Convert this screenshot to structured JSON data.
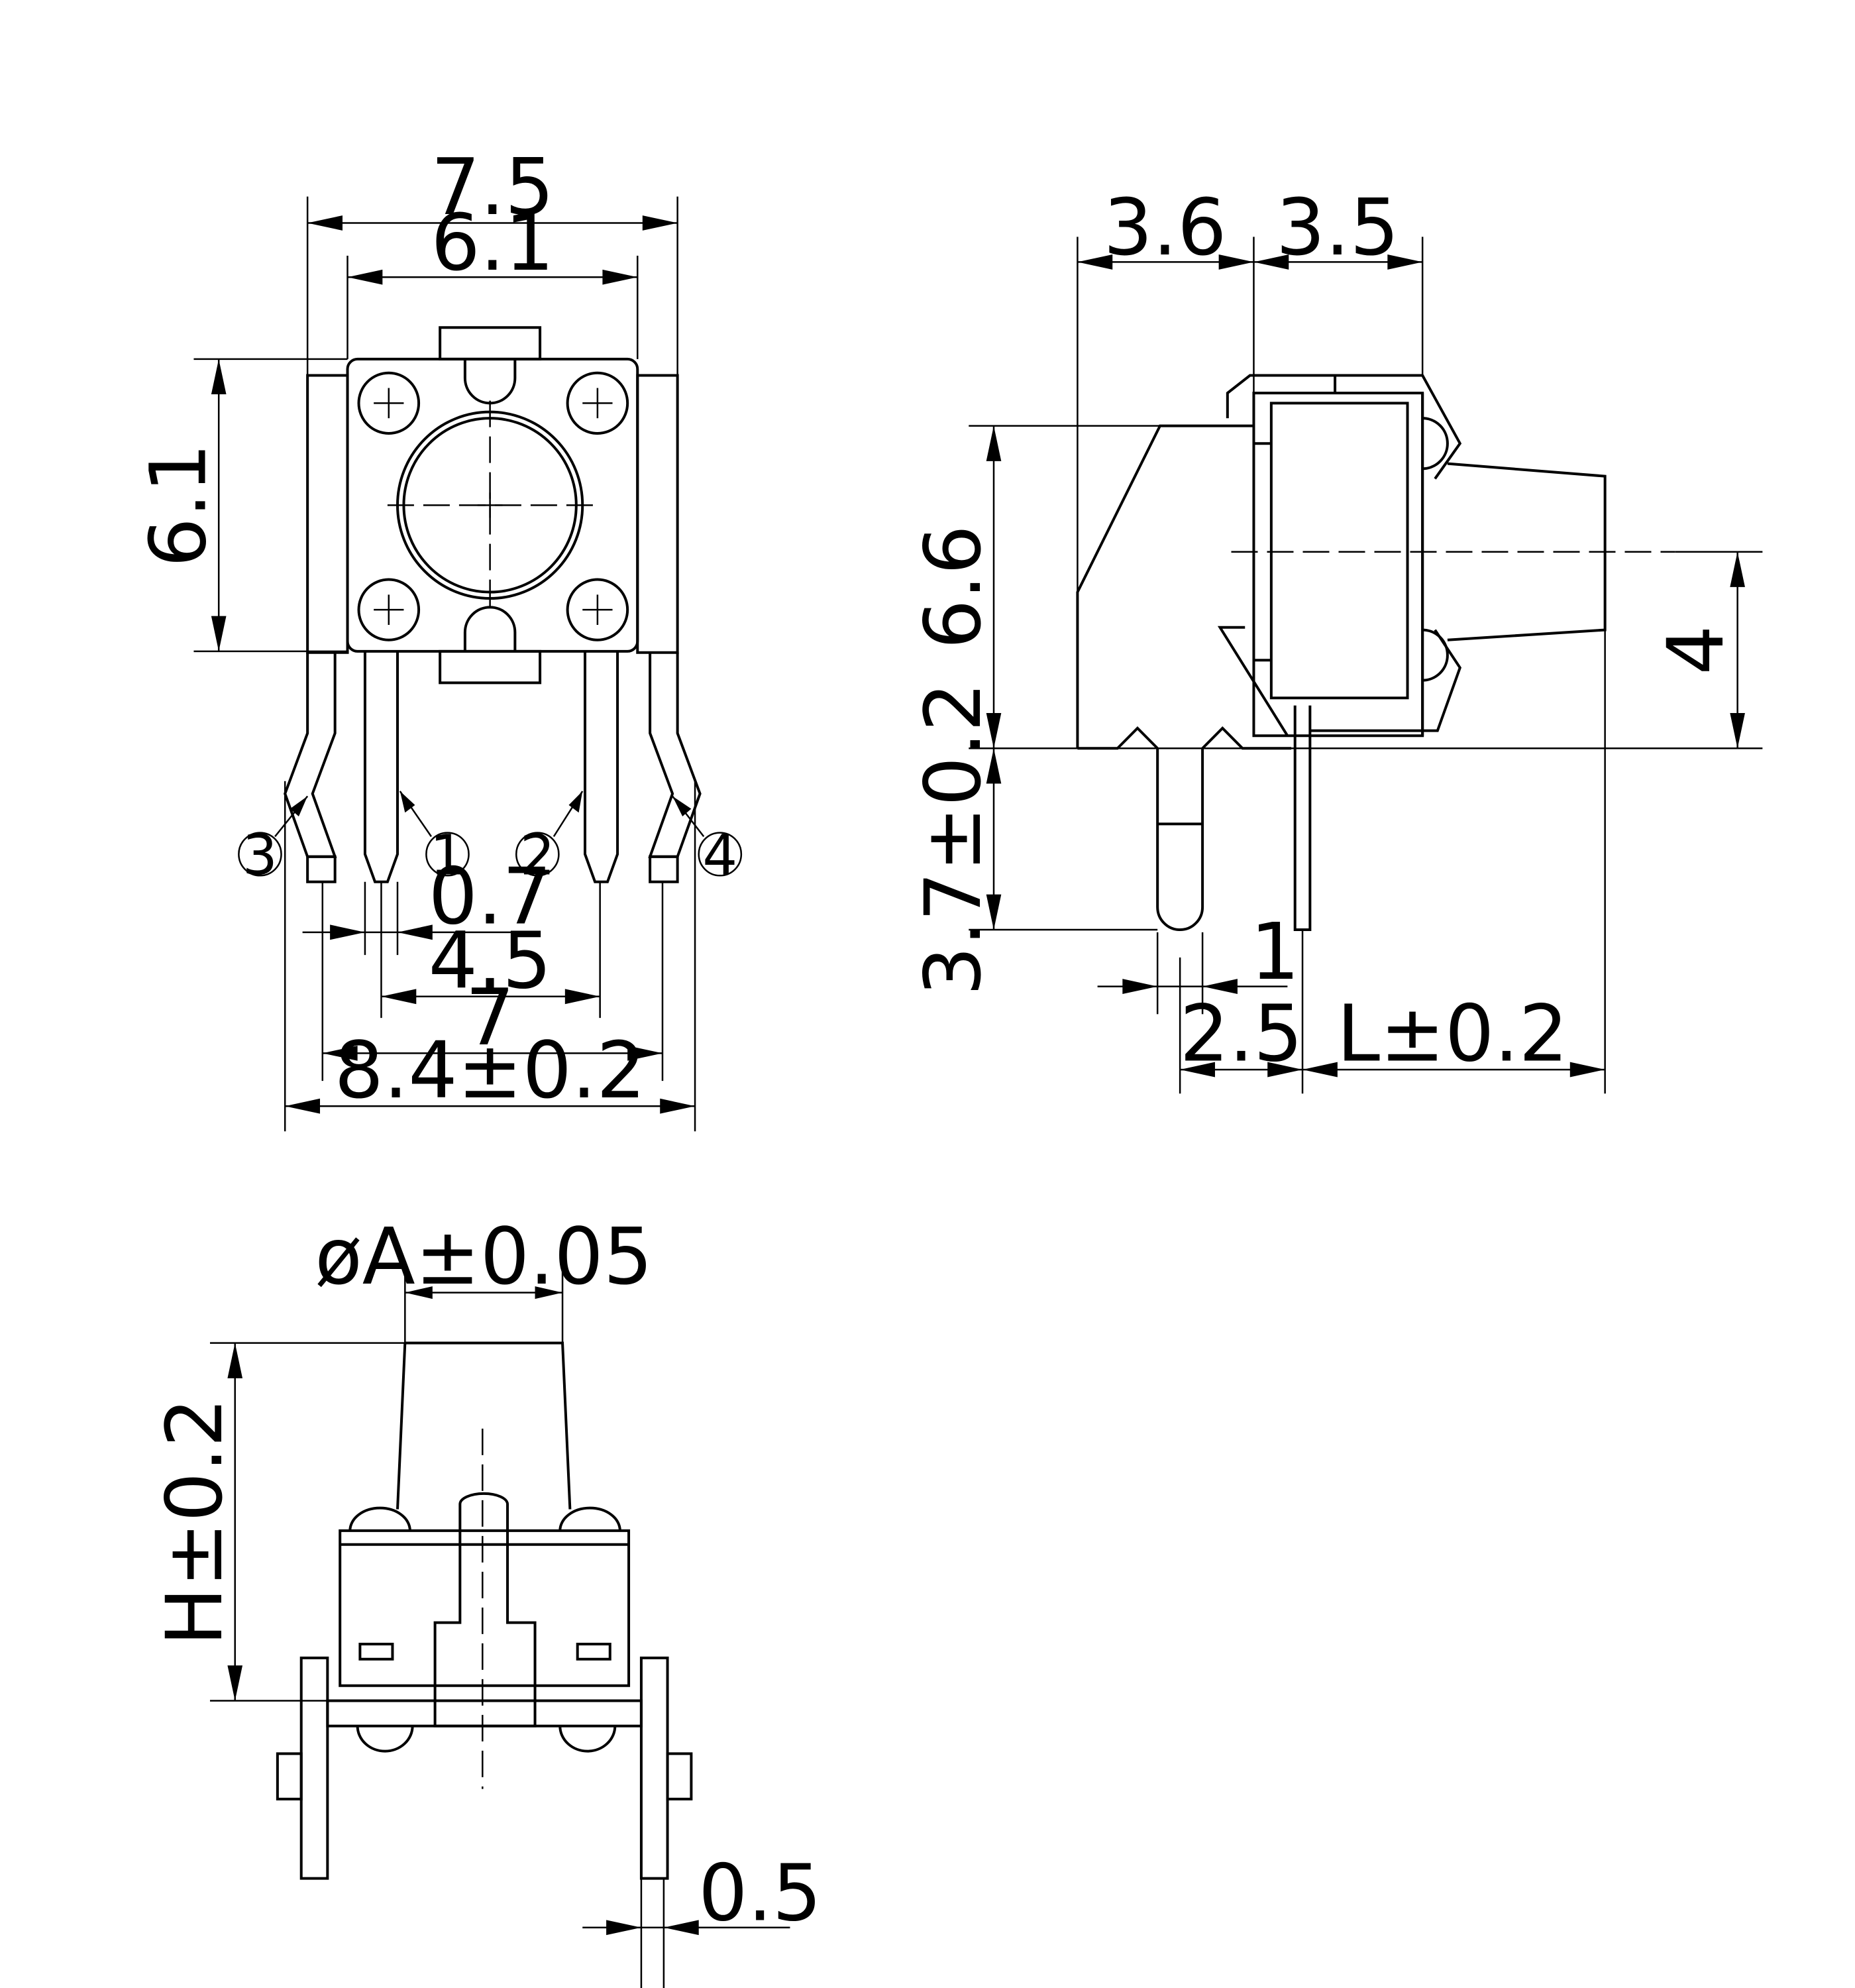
{
  "front_view": {
    "dims": {
      "overall_width": "7.5",
      "body_width": "6.1",
      "body_height": "6.1",
      "pin_width": "0.7",
      "inner_pin_pitch": "4.5",
      "outer_pin_pitch": "7",
      "overall_pin_span": "8.4±0.2"
    },
    "pins": [
      "3",
      "1",
      "2",
      "4"
    ]
  },
  "side_view": {
    "dims": {
      "rear_depth": "3.6",
      "front_depth": "3.5",
      "body_height": "6.6",
      "actuator_center_height": "4",
      "pin_length": "3.7±0.2",
      "pin_thickness": "1",
      "pin_to_pin": "2.5",
      "actuator_length": "L±0.2"
    }
  },
  "end_view": {
    "dims": {
      "actuator_diameter": "øA±0.05",
      "height": "H±0.2",
      "terminal_thickness": "0.5"
    }
  }
}
